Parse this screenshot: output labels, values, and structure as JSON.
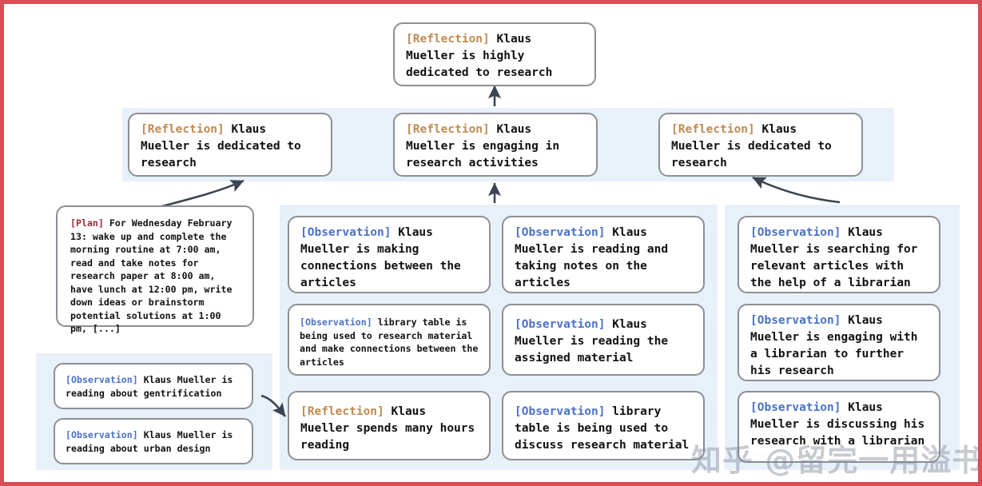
{
  "frame": {
    "border_color": "#d64f55",
    "background": "#ffffff"
  },
  "palette": {
    "panel_background": "#e8f0fa",
    "node_border": "#8c8f94",
    "node_background": "#ffffff",
    "tag_reflection": "#c08a52",
    "tag_observation": "#4a72c4",
    "tag_plan": "#9d2c35",
    "arrow": "#3c4452",
    "watermark": "#7882918f"
  },
  "nodes": {
    "top_reflection": {
      "tag": "[Reflection]",
      "tag_type": "reflection",
      "text": " Klaus Mueller is highly dedicated to research"
    },
    "mid_reflection_left": {
      "tag": "[Reflection]",
      "tag_type": "reflection",
      "text": " Klaus Mueller is dedicated to research"
    },
    "mid_reflection_center": {
      "tag": "[Reflection]",
      "tag_type": "reflection",
      "text": " Klaus Mueller is engaging in research activities"
    },
    "mid_reflection_right": {
      "tag": "[Reflection]",
      "tag_type": "reflection",
      "text": " Klaus Mueller is dedicated to research"
    },
    "plan": {
      "tag": "[Plan]",
      "tag_type": "plan",
      "text": " For Wednesday February 13: wake up and complete the morning routine at 7:00 am, read and take notes for research paper at 8:00 am, have lunch at 12:00 pm, write down ideas or brainstorm potential solutions at 1:00 pm, [...]"
    },
    "obs_left_gentrification": {
      "tag": "[Observation]",
      "tag_type": "observation",
      "text": " Klaus Mueller is reading about gentrification"
    },
    "obs_left_urban_design": {
      "tag": "[Observation]",
      "tag_type": "observation",
      "text": " Klaus Mueller is reading about urban design"
    },
    "obs_mid1_connections": {
      "tag": "[Observation]",
      "tag_type": "observation",
      "text": " Klaus Mueller is making connections between the articles"
    },
    "obs_mid1_library_table": {
      "tag": "[Observation]",
      "tag_type": "observation",
      "text": " library table is being used to research material and make connections between the articles"
    },
    "refl_mid1_hours_reading": {
      "tag": "[Reflection]",
      "tag_type": "reflection",
      "text": " Klaus Mueller spends many hours reading"
    },
    "obs_mid2_taking_notes": {
      "tag": "[Observation]",
      "tag_type": "observation",
      "text": " Klaus Mueller is reading and taking notes on the articles"
    },
    "obs_mid2_assigned_material": {
      "tag": "[Observation]",
      "tag_type": "observation",
      "text": " Klaus Mueller is reading the assigned material"
    },
    "obs_mid2_discuss_material": {
      "tag": "[Observation]",
      "tag_type": "observation",
      "text": " library table is being used to discuss research material"
    },
    "obs_right_searching": {
      "tag": "[Observation]",
      "tag_type": "observation",
      "text": " Klaus Mueller is searching for relevant articles with the help of a librarian"
    },
    "obs_right_engaging": {
      "tag": "[Observation]",
      "tag_type": "observation",
      "text": " Klaus Mueller is engaging with a librarian to further his research"
    },
    "obs_right_discussing": {
      "tag": "[Observation]",
      "tag_type": "observation",
      "text": " Klaus Mueller is discussing his research with a librarian"
    }
  },
  "watermark": {
    "text": "知乎 @留完一用溢书生"
  }
}
